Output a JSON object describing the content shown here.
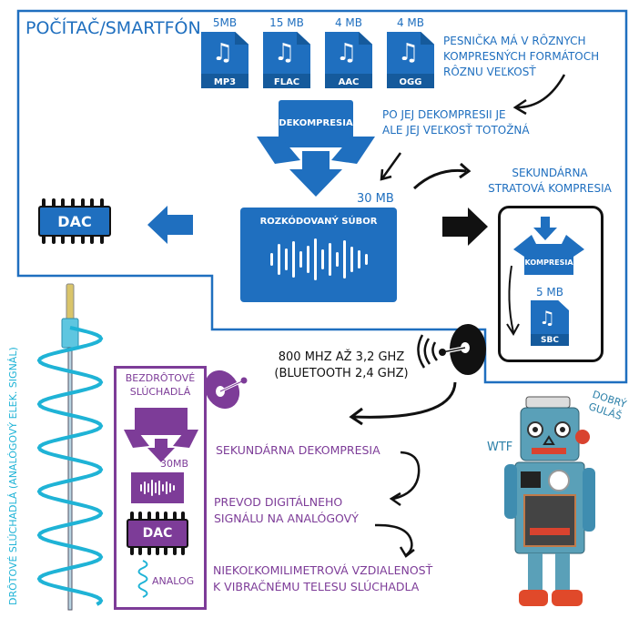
{
  "colors": {
    "blue": "#1f6fbf",
    "dark_blue": "#155a9c",
    "purple": "#7d3c98",
    "black": "#111111",
    "cable_cyan": "#1fb3d6"
  },
  "computer_section": {
    "title": "Počítač/Smartfón",
    "files": [
      {
        "format": "MP3",
        "size": "5MB"
      },
      {
        "format": "FLAC",
        "size": "15 MB"
      },
      {
        "format": "AAC",
        "size": "4 MB"
      },
      {
        "format": "OGG",
        "size": "4 MB"
      }
    ],
    "note_sizes": "Pesnička má v rôznych kompresných formátoch rôznu veľkosť",
    "note_sizes_lines": [
      "Pesnička má v rôznych",
      "kompresných formátoch",
      "rôznu veľkosť"
    ],
    "decompression_label": "Dekompresia",
    "note_same_size_lines": [
      "Po jej dekompresii je",
      "ale jej veľkosť totožná"
    ],
    "decoded_size": "30 MB",
    "decoded_file_label": "Rozkódovaný súbor",
    "dac_label": "DAC",
    "secondary_compression_lines": [
      "Sekundárna",
      "stratová kompresia"
    ],
    "compression_box_label": "Kompresia",
    "sbc_file": {
      "format": "SBC",
      "size": "5 MB"
    }
  },
  "transmission": {
    "frequency_lines": [
      "800 MHz až 3,2 GHz",
      "(Bluetooth 2,4 GHz)"
    ]
  },
  "wireless_headphones": {
    "title_lines": [
      "Bezdrôtové",
      "slúchadlá"
    ],
    "size": "30MB",
    "dac_label": "DAC",
    "analog_label": "Analog"
  },
  "steps": [
    "Sekundárna dekompresia",
    "Prevod digitálneho signálu na analógový",
    "Niekoľkomilimetrová vzdialenosť k vibračnému telesu slúchadla"
  ],
  "steps_lines": [
    [
      "Sekundárna dekompresia"
    ],
    [
      "Prevod digitálneho",
      "signálu na analógový"
    ],
    [
      "Niekoľkomilimetrová vzdialenosť",
      "k vibračnému telesu slúchadla"
    ]
  ],
  "wired_headphones_label": "Drôtové slúchadlá (analógový elek. signál)",
  "robot": {
    "caption_left": "WTF",
    "caption_right_lines": [
      "Dobrý",
      "guláš"
    ]
  }
}
